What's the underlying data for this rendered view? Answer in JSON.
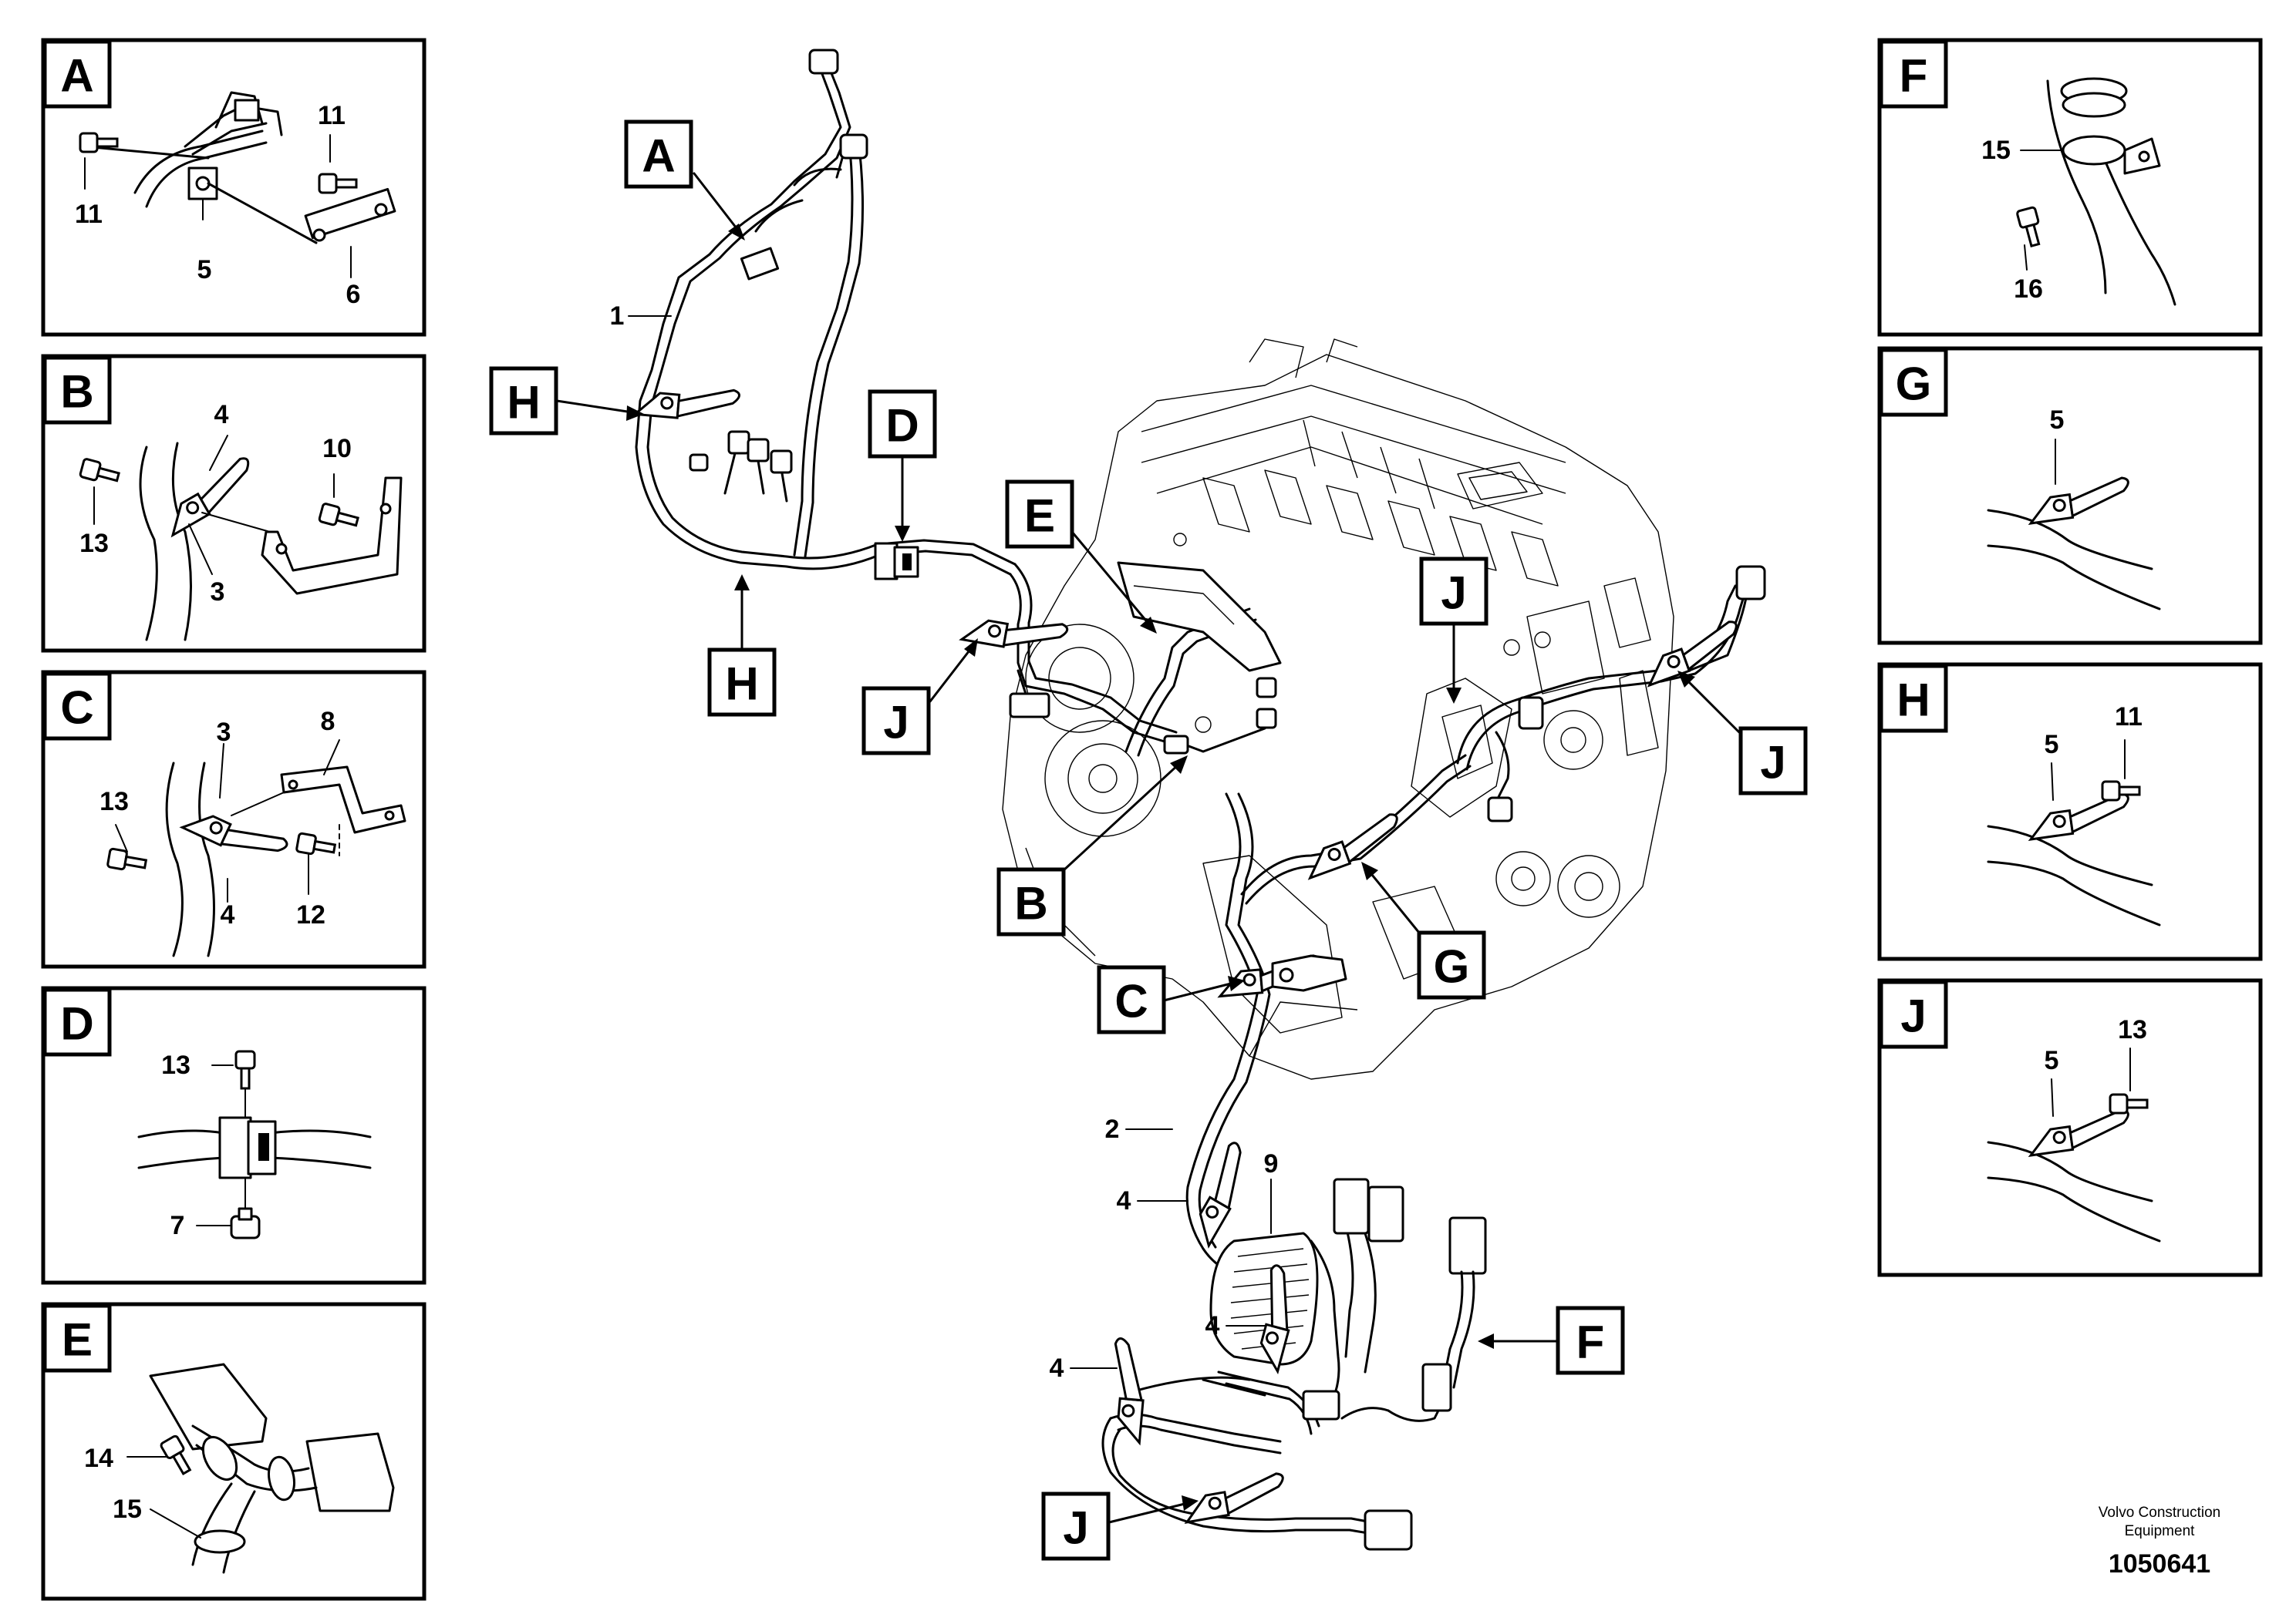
{
  "detail_panels": {
    "A": {
      "label": "A",
      "parts": [
        "11",
        "11",
        "5",
        "6"
      ]
    },
    "B": {
      "label": "B",
      "parts": [
        "4",
        "10",
        "13",
        "3"
      ]
    },
    "C": {
      "label": "C",
      "parts": [
        "3",
        "8",
        "13",
        "4",
        "12"
      ]
    },
    "D": {
      "label": "D",
      "parts": [
        "13",
        "7"
      ]
    },
    "E": {
      "label": "E",
      "parts": [
        "14",
        "15"
      ]
    },
    "F": {
      "label": "F",
      "parts": [
        "15",
        "16"
      ]
    },
    "G": {
      "label": "G",
      "parts": [
        "5"
      ]
    },
    "H": {
      "label": "H",
      "parts": [
        "5",
        "11"
      ]
    },
    "J": {
      "label": "J",
      "parts": [
        "5",
        "13"
      ]
    }
  },
  "main_callouts": {
    "A": "A",
    "H1": "H",
    "H2": "H",
    "D": "D",
    "E": "E",
    "J1": "J",
    "J2": "J",
    "J3": "J",
    "J4": "J",
    "B": "B",
    "G": "G",
    "C": "C",
    "F": "F"
  },
  "main_parts": {
    "p1": "1",
    "p2": "2",
    "p4a": "4",
    "p4b": "4",
    "p4c": "4",
    "p9": "9"
  },
  "footer": {
    "brand_line1": "Volvo Construction",
    "brand_line2": "Equipment",
    "doc_number": "1050641"
  }
}
